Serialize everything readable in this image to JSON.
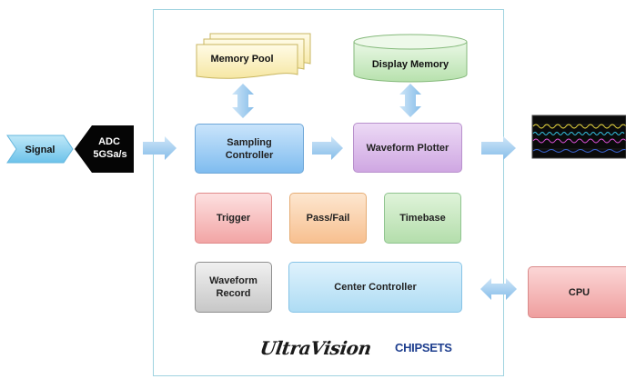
{
  "diagram": {
    "signal": "Signal",
    "adc_line1": "ADC",
    "adc_line2": "5GSa/s",
    "memory_pool": "Memory Pool",
    "display_memory": "Display Memory",
    "sampling_line1": "Sampling",
    "sampling_line2": "Controller",
    "waveform_plotter": "Waveform Plotter",
    "trigger": "Trigger",
    "pass_fail": "Pass/Fail",
    "timebase": "Timebase",
    "waveform_record_line1": "Waveform",
    "waveform_record_line2": "Record",
    "center_controller": "Center Controller",
    "cpu": "CPU",
    "logo_ultravision": "UltraVision",
    "logo_chipsets": "CHIPSETS"
  },
  "colors": {
    "frame": "#9fd3e0",
    "arrow": "#9cc9ec",
    "signal_arrow": "#8fd0ef",
    "adc": "#000000"
  }
}
